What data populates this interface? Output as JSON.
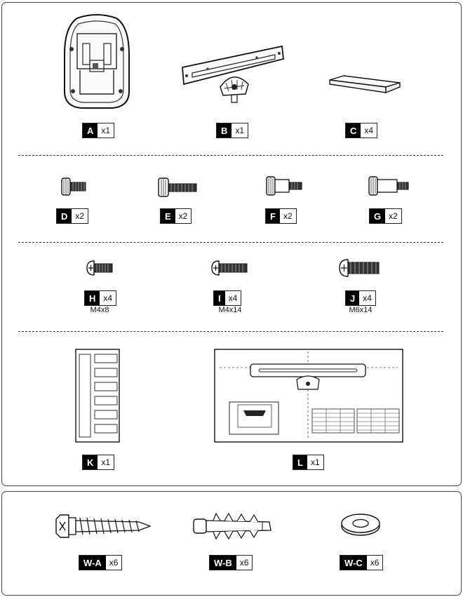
{
  "parts": [
    {
      "letter": "A",
      "qty": "x1"
    },
    {
      "letter": "B",
      "qty": "x1"
    },
    {
      "letter": "C",
      "qty": "x4"
    },
    {
      "letter": "D",
      "qty": "x2"
    },
    {
      "letter": "E",
      "qty": "x2"
    },
    {
      "letter": "F",
      "qty": "x2"
    },
    {
      "letter": "G",
      "qty": "x2"
    },
    {
      "letter": "H",
      "qty": "x4",
      "size": "M4x8"
    },
    {
      "letter": "I",
      "qty": "x4",
      "size": "M4x14"
    },
    {
      "letter": "J",
      "qty": "x4",
      "size": "M6x14"
    },
    {
      "letter": "K",
      "qty": "x1"
    },
    {
      "letter": "L",
      "qty": "x1"
    }
  ],
  "wall_parts": [
    {
      "letter": "W-A",
      "qty": "x6"
    },
    {
      "letter": "W-B",
      "qty": "x6"
    },
    {
      "letter": "W-C",
      "qty": "x6"
    }
  ]
}
